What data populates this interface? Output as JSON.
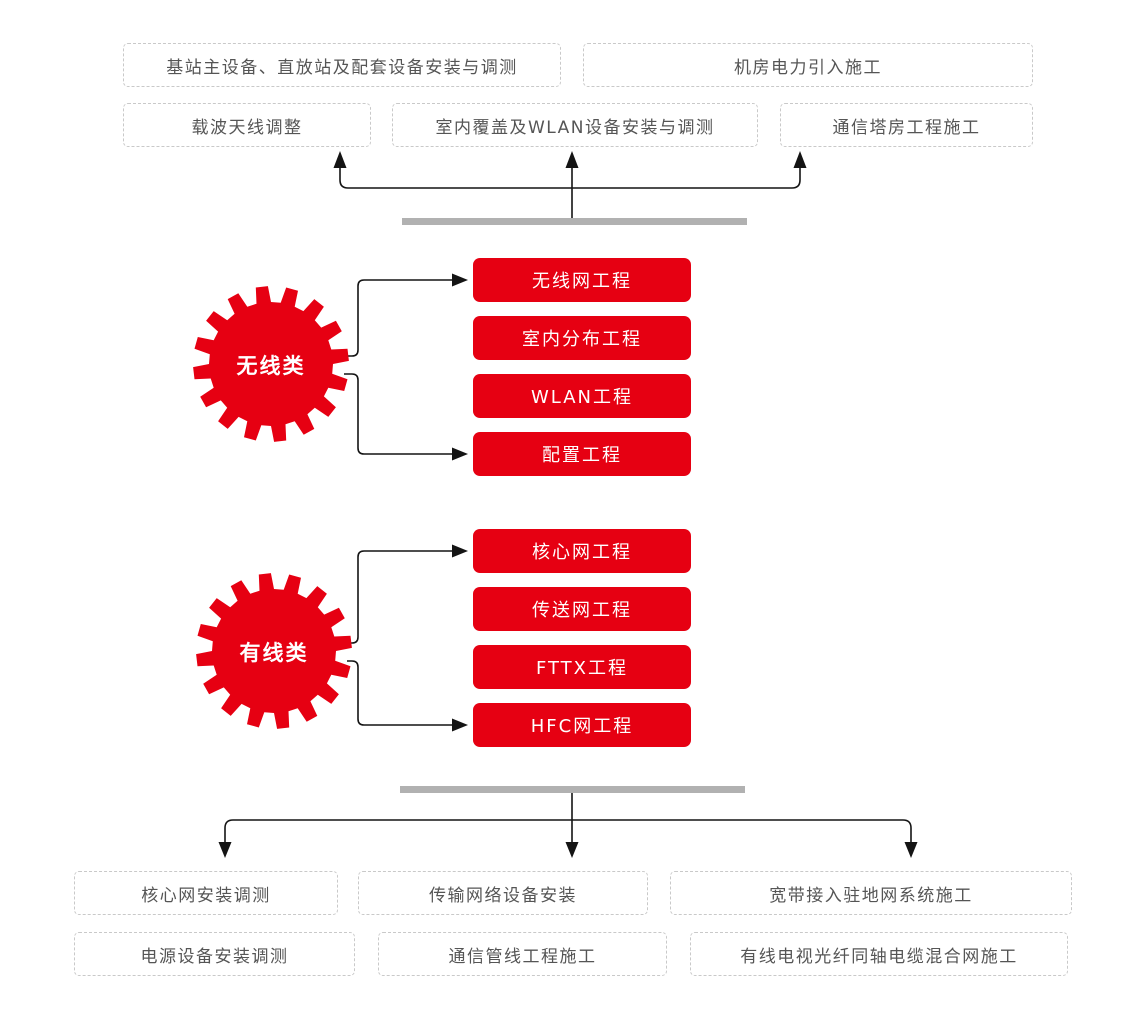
{
  "colors": {
    "accent_red": "#e60012",
    "line_black": "#141414",
    "bar_gray": "#b1b1b1",
    "box_border_gray": "#c9c9c9",
    "box_text_gray": "#555555"
  },
  "top": {
    "row1": [
      "基站主设备、直放站及配套设备安装与调测",
      "机房电力引入施工"
    ],
    "row2": [
      "载波天线调整",
      "室内覆盖及WLAN设备安装与调测",
      "通信塔房工程施工"
    ]
  },
  "categories": [
    {
      "name": "无线类",
      "projects": [
        "无线网工程",
        "室内分布工程",
        "WLAN工程",
        "配置工程"
      ]
    },
    {
      "name": "有线类",
      "projects": [
        "核心网工程",
        "传送网工程",
        "FTTX工程",
        "HFC网工程"
      ]
    }
  ],
  "bottom": {
    "row1": [
      "核心网安装调测",
      "传输网络设备安装",
      "宽带接入驻地网系统施工"
    ],
    "row2": [
      "电源设备安装调测",
      "通信管线工程施工",
      "有线电视光纤同轴电缆混合网施工"
    ]
  }
}
